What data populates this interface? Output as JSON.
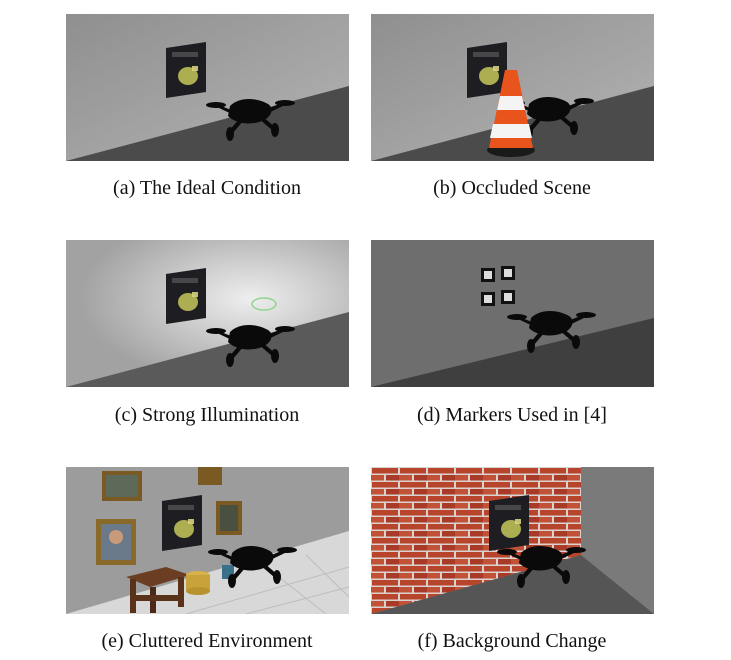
{
  "figure": {
    "captions": {
      "a": "(a) The Ideal Condition",
      "b": "(b) Occluded Scene",
      "c": "(c) Strong Illumination",
      "d": "(d) Markers Used in [4]",
      "e": "(e) Cluttered Environment",
      "f": "(f) Background Change"
    }
  },
  "colors": {
    "wall_gray": "#a9a9a9",
    "floor_gray": "#4b4b4b",
    "cone_orange": "#e8541c",
    "brick_red": "#b8442c",
    "drone_black": "#0a0a0a"
  }
}
